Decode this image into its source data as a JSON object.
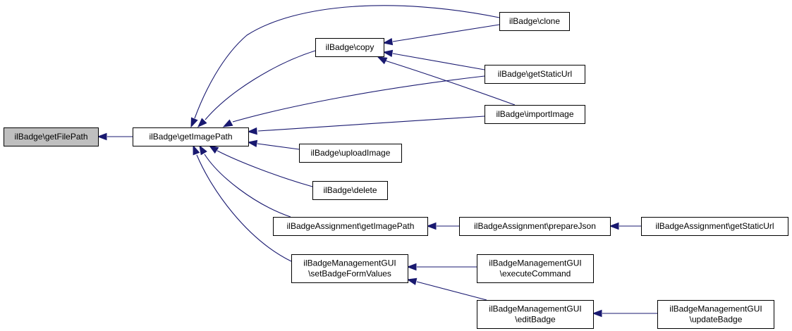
{
  "diagram": {
    "type": "call-graph",
    "nodes": [
      {
        "id": "getFilePath",
        "lines": [
          "ilBadge\\getFilePath"
        ],
        "focus": true
      },
      {
        "id": "getImagePath",
        "lines": [
          "ilBadge\\getImagePath"
        ]
      },
      {
        "id": "copy",
        "lines": [
          "ilBadge\\copy"
        ]
      },
      {
        "id": "clone",
        "lines": [
          "ilBadge\\clone"
        ]
      },
      {
        "id": "getStaticUrl",
        "lines": [
          "ilBadge\\getStaticUrl"
        ]
      },
      {
        "id": "importImage",
        "lines": [
          "ilBadge\\importImage"
        ]
      },
      {
        "id": "uploadImage",
        "lines": [
          "ilBadge\\uploadImage"
        ]
      },
      {
        "id": "delete",
        "lines": [
          "ilBadge\\delete"
        ]
      },
      {
        "id": "assignGetImagePath",
        "lines": [
          "ilBadgeAssignment\\getImagePath"
        ]
      },
      {
        "id": "prepareJson",
        "lines": [
          "ilBadgeAssignment\\prepareJson"
        ]
      },
      {
        "id": "assignGetStaticUrl",
        "lines": [
          "ilBadgeAssignment\\getStaticUrl"
        ]
      },
      {
        "id": "setBadgeFormValues",
        "lines": [
          "ilBadgeManagementGUI",
          "\\setBadgeFormValues"
        ]
      },
      {
        "id": "executeCommand",
        "lines": [
          "ilBadgeManagementGUI",
          "\\executeCommand"
        ]
      },
      {
        "id": "editBadge",
        "lines": [
          "ilBadgeManagementGUI",
          "\\editBadge"
        ]
      },
      {
        "id": "updateBadge",
        "lines": [
          "ilBadgeManagementGUI",
          "\\updateBadge"
        ]
      }
    ],
    "edges": [
      {
        "from": "getImagePath",
        "to": "getFilePath"
      },
      {
        "from": "copy",
        "to": "getImagePath"
      },
      {
        "from": "clone",
        "to": "getImagePath"
      },
      {
        "from": "getStaticUrl",
        "to": "getImagePath"
      },
      {
        "from": "importImage",
        "to": "getImagePath"
      },
      {
        "from": "uploadImage",
        "to": "getImagePath"
      },
      {
        "from": "delete",
        "to": "getImagePath"
      },
      {
        "from": "assignGetImagePath",
        "to": "getImagePath"
      },
      {
        "from": "setBadgeFormValues",
        "to": "getImagePath"
      },
      {
        "from": "clone",
        "to": "copy"
      },
      {
        "from": "getStaticUrl",
        "to": "copy"
      },
      {
        "from": "importImage",
        "to": "copy"
      },
      {
        "from": "prepareJson",
        "to": "assignGetImagePath"
      },
      {
        "from": "assignGetStaticUrl",
        "to": "prepareJson"
      },
      {
        "from": "executeCommand",
        "to": "setBadgeFormValues"
      },
      {
        "from": "editBadge",
        "to": "setBadgeFormValues"
      },
      {
        "from": "updateBadge",
        "to": "editBadge"
      }
    ],
    "colors": {
      "edge": "#191970",
      "focus_fill": "#bfbfbf",
      "node_fill": "#ffffff",
      "node_border": "#000000"
    }
  }
}
